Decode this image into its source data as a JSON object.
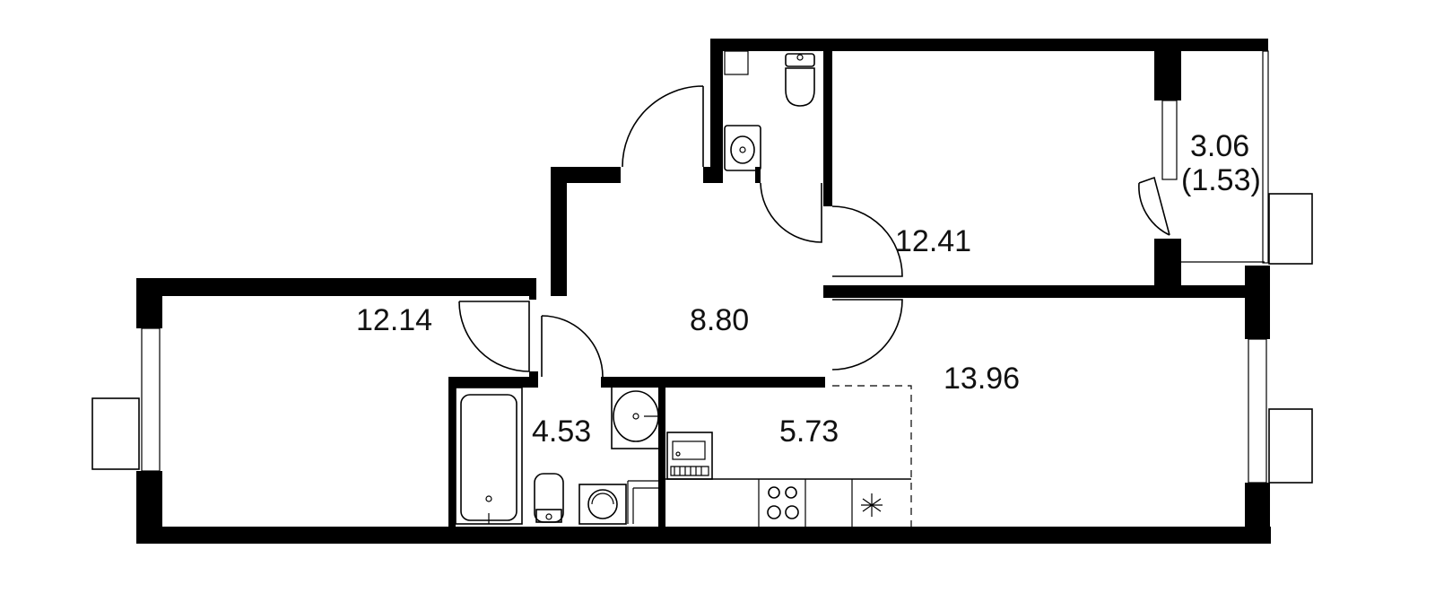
{
  "rooms": {
    "balcony_area": "3.06",
    "balcony_area_reduced": "(1.53)",
    "bedroom_right_area": "12.41",
    "room_left_area": "12.14",
    "hall_area": "8.80",
    "living_area": "13.96",
    "bathroom_area": "4.53",
    "kitchen_area": "5.73"
  }
}
